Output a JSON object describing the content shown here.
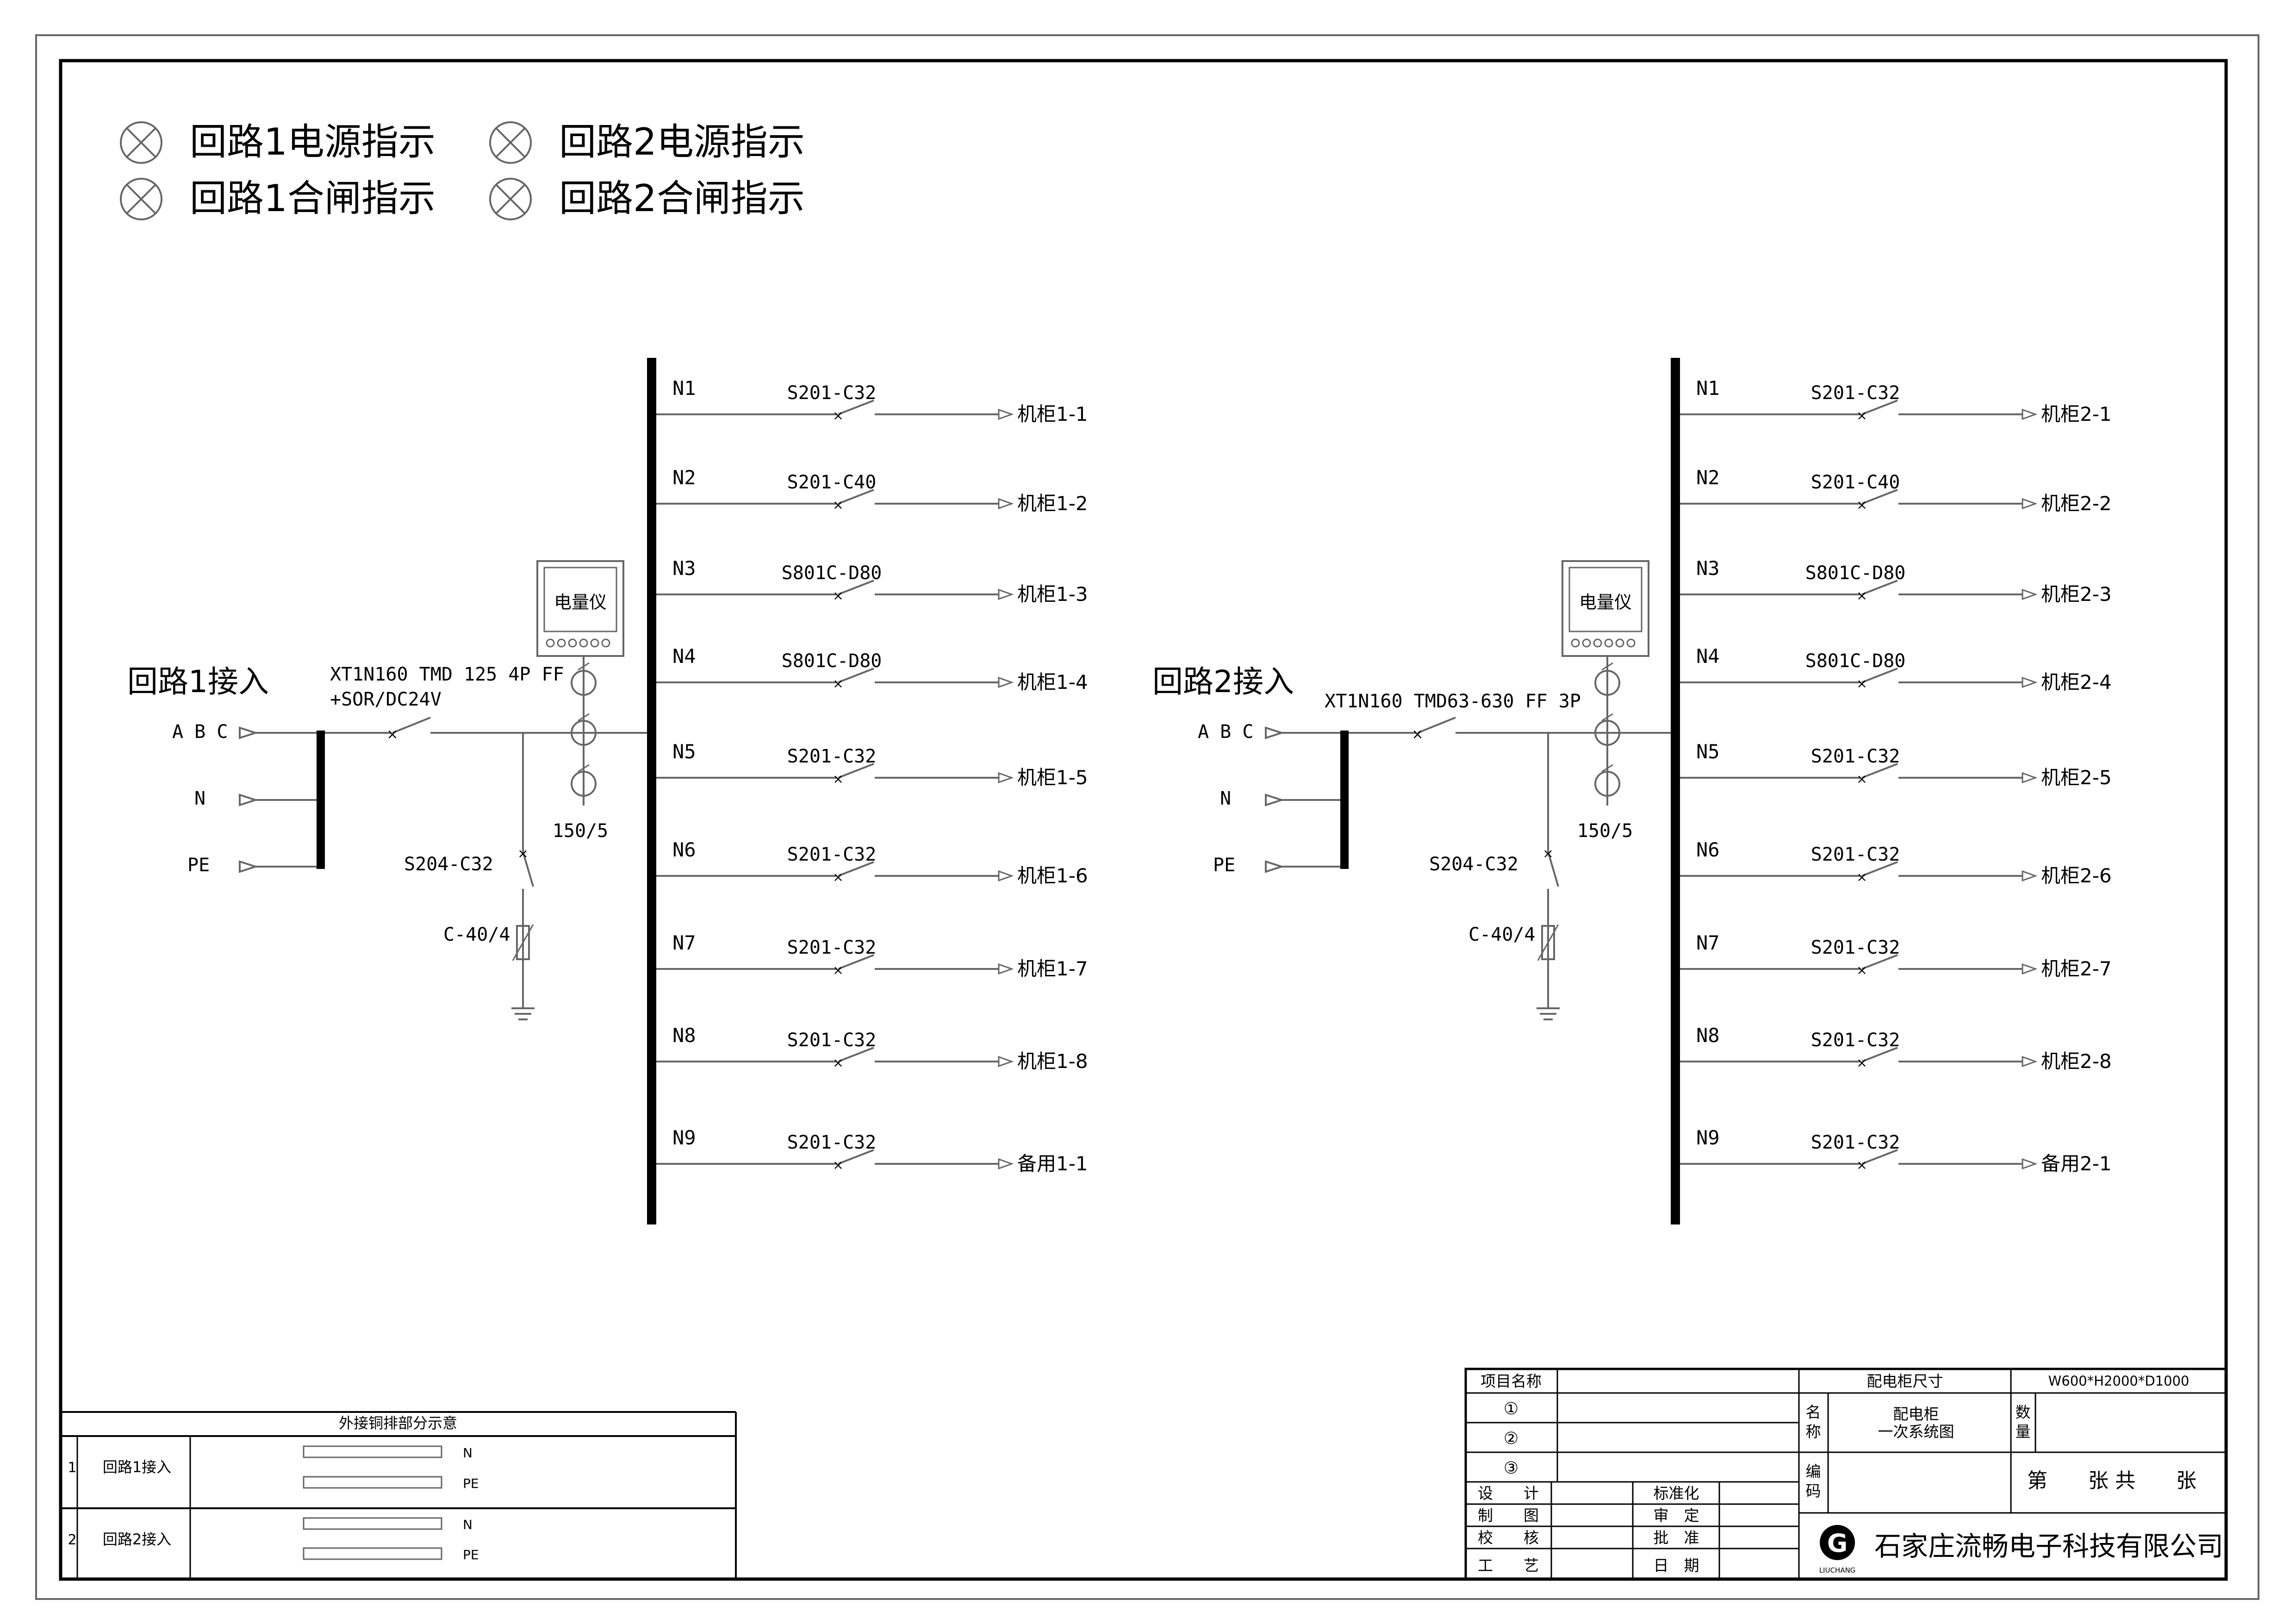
{
  "indicators": [
    {
      "label": "回路1电源指示"
    },
    {
      "label": "回路2电源指示"
    },
    {
      "label": "回路1合闸指示"
    },
    {
      "label": "回路2合闸指示"
    }
  ],
  "circuits": [
    {
      "title": "回路1接入",
      "inputs": [
        "A B C",
        "N",
        "PE"
      ],
      "main_breaker": [
        "XT1N160 TMD 125 4P FF",
        "+SOR/DC24V"
      ],
      "meter": "电量仪",
      "ct_ratio": "150/5",
      "spd_breaker": "S204-C32",
      "spd": "C-40/4",
      "feeders": [
        {
          "node": "N1",
          "breaker": "S201-C32",
          "load": "机柜1-1"
        },
        {
          "node": "N2",
          "breaker": "S201-C40",
          "load": "机柜1-2"
        },
        {
          "node": "N3",
          "breaker": "S801C-D80",
          "load": "机柜1-3"
        },
        {
          "node": "N4",
          "breaker": "S801C-D80",
          "load": "机柜1-4"
        },
        {
          "node": "N5",
          "breaker": "S201-C32",
          "load": "机柜1-5"
        },
        {
          "node": "N6",
          "breaker": "S201-C32",
          "load": "机柜1-6"
        },
        {
          "node": "N7",
          "breaker": "S201-C32",
          "load": "机柜1-7"
        },
        {
          "node": "N8",
          "breaker": "S201-C32",
          "load": "机柜1-8"
        },
        {
          "node": "N9",
          "breaker": "S201-C32",
          "load": "备用1-1"
        }
      ]
    },
    {
      "title": "回路2接入",
      "inputs": [
        "A B C",
        "N",
        "PE"
      ],
      "main_breaker": [
        "XT1N160 TMD63-630 FF 3P",
        ""
      ],
      "meter": "电量仪",
      "ct_ratio": "150/5",
      "spd_breaker": "S204-C32",
      "spd": "C-40/4",
      "feeders": [
        {
          "node": "N1",
          "breaker": "S201-C32",
          "load": "机柜2-1"
        },
        {
          "node": "N2",
          "breaker": "S201-C40",
          "load": "机柜2-2"
        },
        {
          "node": "N3",
          "breaker": "S801C-D80",
          "load": "机柜2-3"
        },
        {
          "node": "N4",
          "breaker": "S801C-D80",
          "load": "机柜2-4"
        },
        {
          "node": "N5",
          "breaker": "S201-C32",
          "load": "机柜2-5"
        },
        {
          "node": "N6",
          "breaker": "S201-C32",
          "load": "机柜2-6"
        },
        {
          "node": "N7",
          "breaker": "S201-C32",
          "load": "机柜2-7"
        },
        {
          "node": "N8",
          "breaker": "S201-C32",
          "load": "机柜2-8"
        },
        {
          "node": "N9",
          "breaker": "S201-C32",
          "load": "备用2-1"
        }
      ]
    }
  ],
  "copper_table": {
    "title": "外接铜排部分示意",
    "rows": [
      {
        "no": "1",
        "name": "回路1接入",
        "bars": [
          "N",
          "PE"
        ]
      },
      {
        "no": "2",
        "name": "回路2接入",
        "bars": [
          "N",
          "PE"
        ]
      }
    ]
  },
  "title_block": {
    "project_label": "项目名称",
    "size_label": "配电柜尺寸",
    "size_value": "W600*H2000*D1000",
    "marks": [
      "①",
      "②",
      "③"
    ],
    "name_label": [
      "名",
      "称"
    ],
    "name_value": [
      "配电柜",
      "一次系统图"
    ],
    "qty_label": [
      "数",
      "量"
    ],
    "code_label": [
      "编",
      "码"
    ],
    "sheet": "第　　张 共　　张",
    "roles_left": [
      "设　　计",
      "制　　图",
      "校　　核",
      "工　　艺"
    ],
    "roles_right": [
      "标准化",
      "审　定",
      "批　准",
      "日　期"
    ],
    "company": "石家庄流畅电子科技有限公司",
    "logo_letter": "G",
    "logo_text": "LIUCHANG"
  }
}
